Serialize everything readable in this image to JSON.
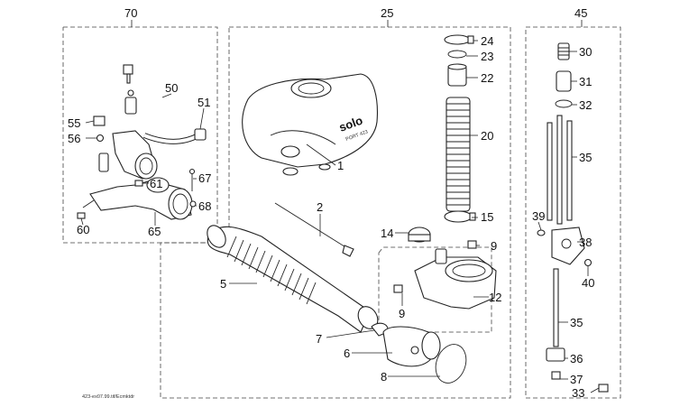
{
  "groups": {
    "g70": "70",
    "g25": "25",
    "g45": "45"
  },
  "labels": {
    "p1": "1",
    "p2": "2",
    "p5": "5",
    "p6": "6",
    "p7": "7",
    "p8": "8",
    "p9a": "9",
    "p9b": "9",
    "p12": "12",
    "p14": "14",
    "p15": "15",
    "p20": "20",
    "p22": "22",
    "p23": "23",
    "p24": "24",
    "p30": "30",
    "p31": "31",
    "p32": "32",
    "p33": "33",
    "p35a": "35",
    "p35b": "35",
    "p36": "36",
    "p37": "37",
    "p38": "38",
    "p39": "39",
    "p40": "40",
    "p50": "50",
    "p51": "51",
    "p55": "55",
    "p56": "56",
    "p60": "60",
    "p61": "61",
    "p65": "65",
    "p67": "67",
    "p68": "68"
  },
  "brand": {
    "logo": "solo",
    "sub": "PORT 423"
  },
  "footer": {
    "code": "423-ex07.99.tif/Ecmktdr"
  }
}
